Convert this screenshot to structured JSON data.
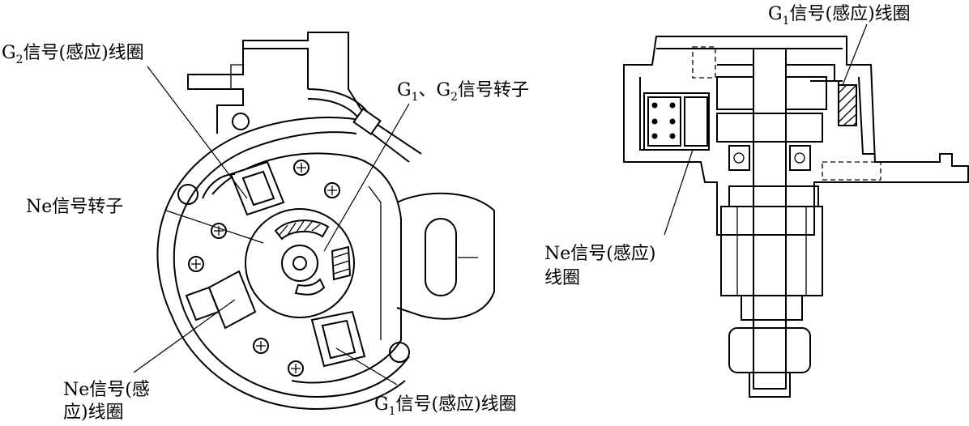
{
  "labels": {
    "g2_coil_main": "G",
    "g2_coil_sub": "2",
    "g2_coil_rest": "信号(感应)线圈",
    "g1g2_rotor_a": "G",
    "g1g2_rotor_sub1": "1",
    "g1g2_rotor_mid": "、G",
    "g1g2_rotor_sub2": "2",
    "g1g2_rotor_rest": "信号转子",
    "ne_rotor": "Ne信号转子",
    "ne_coil_left_line1": "Ne信号(感",
    "ne_coil_left_line2": "应)线圈",
    "g1_coil_bottom_main": "G",
    "g1_coil_bottom_sub": "1",
    "g1_coil_bottom_rest": "信号(感应)线圈",
    "g1_coil_top_main": "G",
    "g1_coil_top_sub": "1",
    "g1_coil_top_rest": "信号(感应)线圈",
    "ne_coil_right_line1": "Ne信号(感应)",
    "ne_coil_right_line2": "线圈"
  }
}
